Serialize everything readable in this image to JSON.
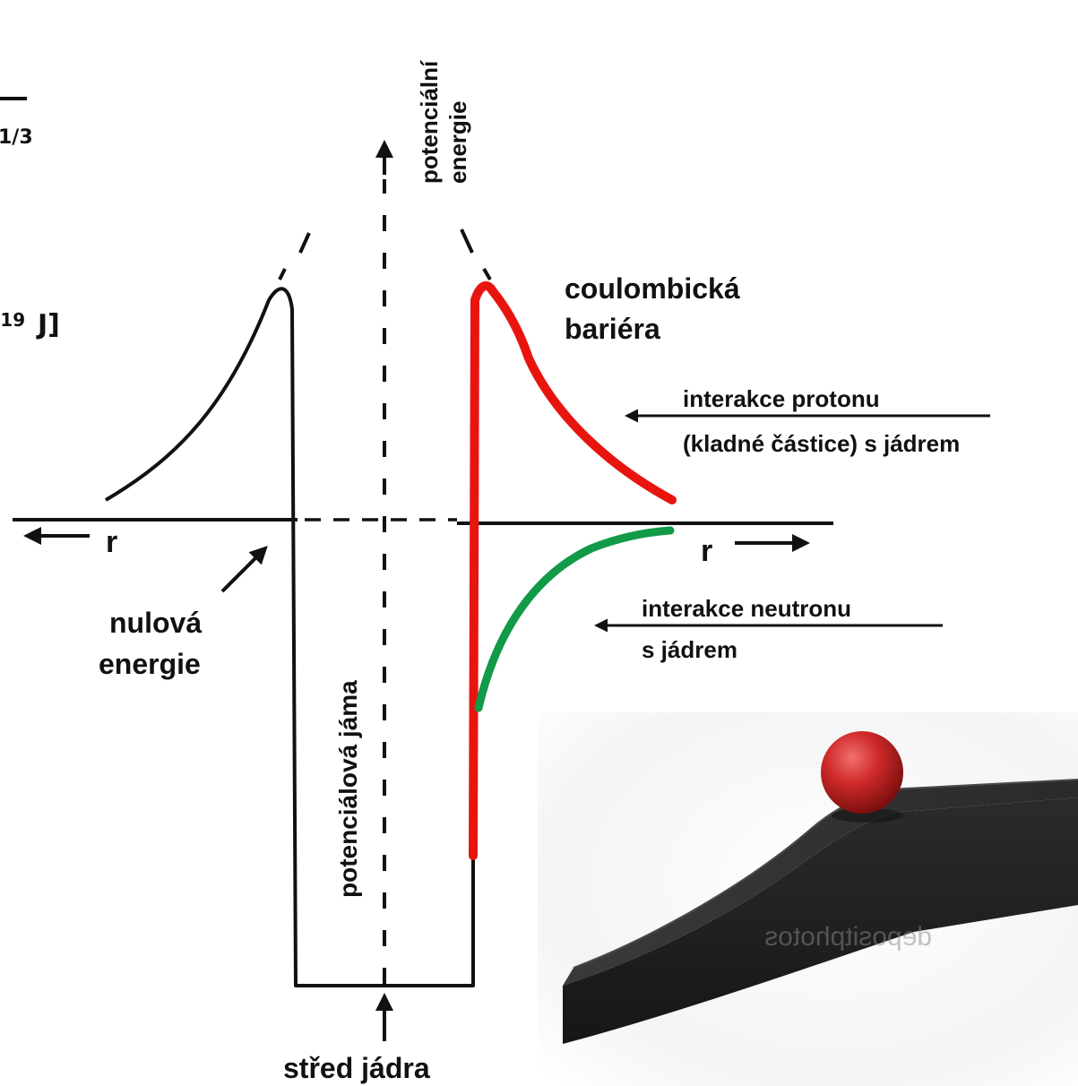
{
  "fragments": {
    "exponent_fraction": "1/3",
    "exponent_energy": "-19",
    "unit_bracket": "J]"
  },
  "axis": {
    "vertical_label_line1": "potenciální",
    "vertical_label_line2": "energie",
    "r_left": "r",
    "r_right": "r"
  },
  "labels": {
    "barrier_line1": "coulombická",
    "barrier_line2": "bariéra",
    "proton_line1": "interakce protonu",
    "proton_line2": "(kladné částice) s jádrem",
    "neutron_line1": "interakce neutronu",
    "neutron_line2": "s jádrem",
    "zero_line1": "nulová",
    "zero_line2": "energie",
    "well": "potenciálová jáma",
    "center": "střed jádra"
  },
  "photo": {
    "watermark": "depositphotos"
  },
  "colors": {
    "ink": "#111111",
    "proton_curve": "#e8150f",
    "neutron_curve": "#119a48",
    "ramp": "#333333",
    "ball": "#c62828"
  }
}
